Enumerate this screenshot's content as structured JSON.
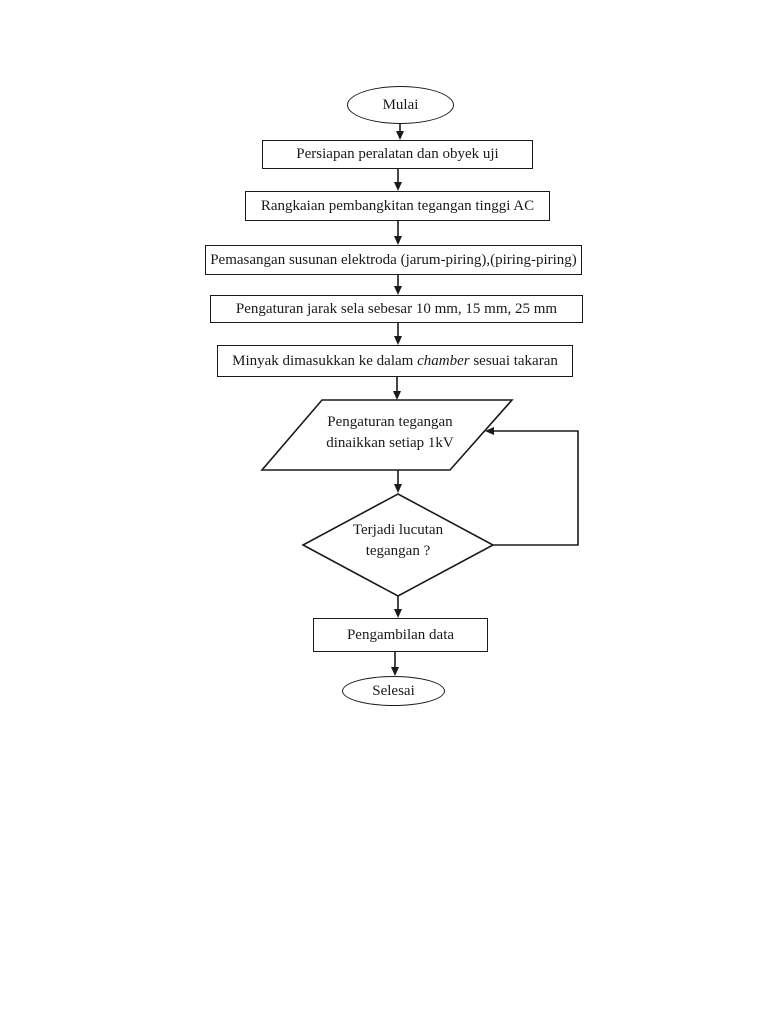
{
  "document": {
    "page_background": "#ffffff",
    "ink_color": "#1a1a1a"
  },
  "flowchart": {
    "start": {
      "label": "Mulai"
    },
    "steps": [
      {
        "label": "Persiapan peralatan dan obyek uji"
      },
      {
        "label": "Rangkaian pembangkitan tegangan tinggi AC"
      },
      {
        "label": "Pemasangan susunan elektroda (jarum-piring),(piring-piring)"
      },
      {
        "label": "Pengaturan jarak sela sebesar 10 mm, 15 mm, 25 mm"
      }
    ],
    "oil_step": {
      "prefix": "Minyak dimasukkan ke dalam ",
      "italic_word": "chamber",
      "suffix": " sesuai takaran"
    },
    "input_step": {
      "label": "Pengaturan tegangan\ndinaikkan setiap 1kV"
    },
    "decision": {
      "label": "Terjadi lucutan\ntegangan ?"
    },
    "collect_step": {
      "label": "Pengambilan data"
    },
    "end": {
      "label": "Selesai"
    }
  }
}
